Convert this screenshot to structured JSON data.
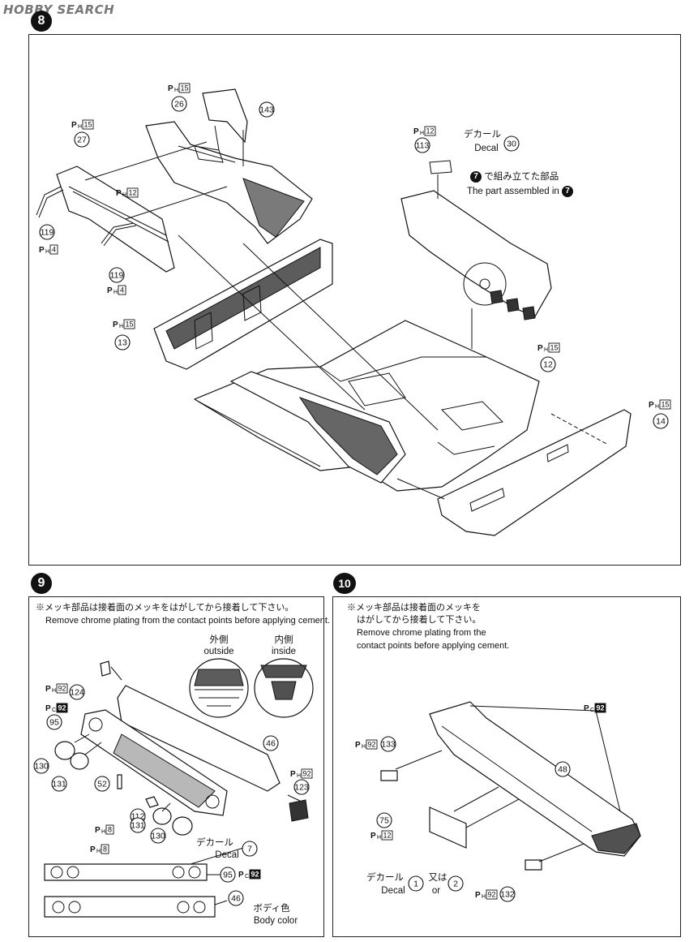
{
  "watermark": "HOBBY SEARCH",
  "step8": {
    "number": "8",
    "decal_ja": "デカール",
    "decal_en": "Decal",
    "assembled_ja": "で組み立てた部品",
    "assembled_en": "The part assembled in",
    "assembled_step": "7",
    "parts": [
      "26",
      "27",
      "143",
      "113",
      "30",
      "119",
      "119",
      "13",
      "12",
      "14"
    ],
    "tags": [
      {
        "code": "H",
        "num": "15"
      },
      {
        "code": "H",
        "num": "15"
      },
      {
        "code": "H",
        "num": "12"
      },
      {
        "code": "H",
        "num": "4"
      },
      {
        "code": "H",
        "num": "4"
      },
      {
        "code": "H",
        "num": "12"
      },
      {
        "code": "H",
        "num": "15"
      },
      {
        "code": "H",
        "num": "15"
      },
      {
        "code": "H",
        "num": "15"
      }
    ]
  },
  "step9": {
    "number": "9",
    "note_ja": "※メッキ部品は接着面のメッキをはがしてから接着して下さい。",
    "note_en": "Remove chrome plating from the contact points before applying cement.",
    "outside_ja": "外側",
    "outside_en": "outside",
    "inside_ja": "内側",
    "inside_en": "inside",
    "decal_ja": "デカール",
    "decal_en": "Decal",
    "decal_num": "7",
    "body_ja": "ボディ色",
    "body_en": "Body color",
    "parts": [
      "124",
      "95",
      "130",
      "131",
      "52",
      "46",
      "123",
      "112",
      "131",
      "130",
      "95",
      "46"
    ],
    "tags": [
      {
        "code": "H",
        "num": "92"
      },
      {
        "code": "C",
        "num": "92"
      },
      {
        "code": "H",
        "num": "92"
      },
      {
        "code": "H",
        "num": "8"
      },
      {
        "code": "H",
        "num": "8"
      },
      {
        "code": "C",
        "num": "92"
      }
    ]
  },
  "step10": {
    "number": "10",
    "note_ja_1": "※メッキ部品は接着面のメッキを",
    "note_ja_2": "はがしてから接着して下さい。",
    "note_en_1": "Remove chrome plating from the",
    "note_en_2": "contact points before applying cement.",
    "decal_ja": "デカール",
    "decal_en": "Decal",
    "or_ja": "又は",
    "or_en": "or",
    "decal_opt1": "1",
    "decal_opt2": "2",
    "parts": [
      "133",
      "48",
      "75",
      "132"
    ],
    "tags": [
      {
        "code": "C",
        "num": "92"
      },
      {
        "code": "H",
        "num": "92"
      },
      {
        "code": "H",
        "num": "12"
      },
      {
        "code": "H",
        "num": "92"
      }
    ]
  }
}
